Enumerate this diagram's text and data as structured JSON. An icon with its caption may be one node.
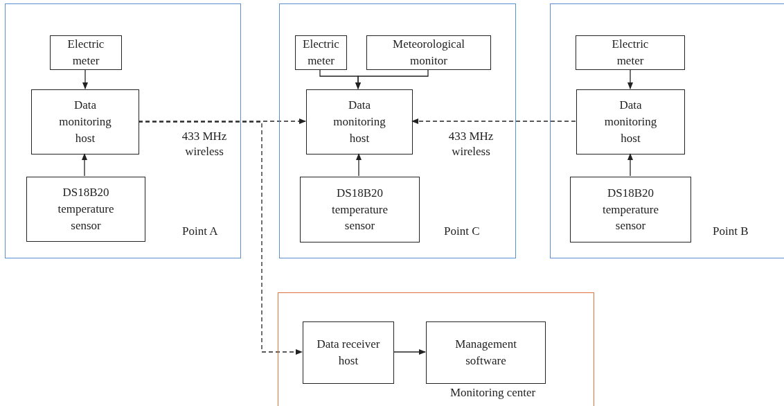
{
  "diagram": {
    "nodes": [
      {
        "text": [
          "Point A"
        ]
      },
      {
        "text": [
          "Electric meter"
        ],
        "in": 0
      },
      {
        "text": [
          "Data monitoring host"
        ],
        "in": 0
      },
      {
        "text": [
          "DS18B20 temperature sensor"
        ],
        "in": 0
      },
      {
        "text": [
          "Point C"
        ]
      },
      {
        "text": [
          "Electric meter"
        ],
        "in": 4
      },
      {
        "text": [
          "Meteorological monitor"
        ],
        "in": 4
      },
      {
        "text": [
          "Data monitoring host"
        ],
        "in": 4
      },
      {
        "text": [
          "DS18B20 temperature sensor"
        ],
        "in": 4
      },
      {
        "text": [
          "Point B"
        ]
      },
      {
        "text": [
          "Electric meter"
        ],
        "in": 9
      },
      {
        "text": [
          "Data monitoring host"
        ],
        "in": 9
      },
      {
        "text": [
          "DS18B20 temperature sensor"
        ],
        "in": 9
      },
      {
        "text": [
          "Monitoring center"
        ]
      },
      {
        "text": [
          "Data receiver host"
        ],
        "in": 13
      },
      {
        "text": [
          "Management software"
        ],
        "in": 13
      }
    ],
    "edges": [
      {
        "from": 1,
        "to": 2,
        "arrow": "to"
      },
      {
        "from": 3,
        "to": 2,
        "arrow": "to"
      },
      {
        "from": 2,
        "to": 7,
        "arrow": "to",
        "style": "dashed",
        "label": "433 MHz wireless"
      },
      {
        "from": 2,
        "to": 14,
        "arrow": "to",
        "style": "dashed"
      },
      {
        "from": 5,
        "to": 7,
        "arrow": "to"
      },
      {
        "from": 6,
        "to": 7,
        "arrow": "to"
      },
      {
        "from": 8,
        "to": 7,
        "arrow": "to"
      },
      {
        "from": 11,
        "to": 7,
        "arrow": "to",
        "style": "dashed",
        "label": "433 MHz wireless"
      },
      {
        "from": 10,
        "to": 11,
        "arrow": "to"
      },
      {
        "from": 12,
        "to": 11,
        "arrow": "to"
      },
      {
        "from": 14,
        "to": 15,
        "arrow": "to"
      }
    ]
  }
}
